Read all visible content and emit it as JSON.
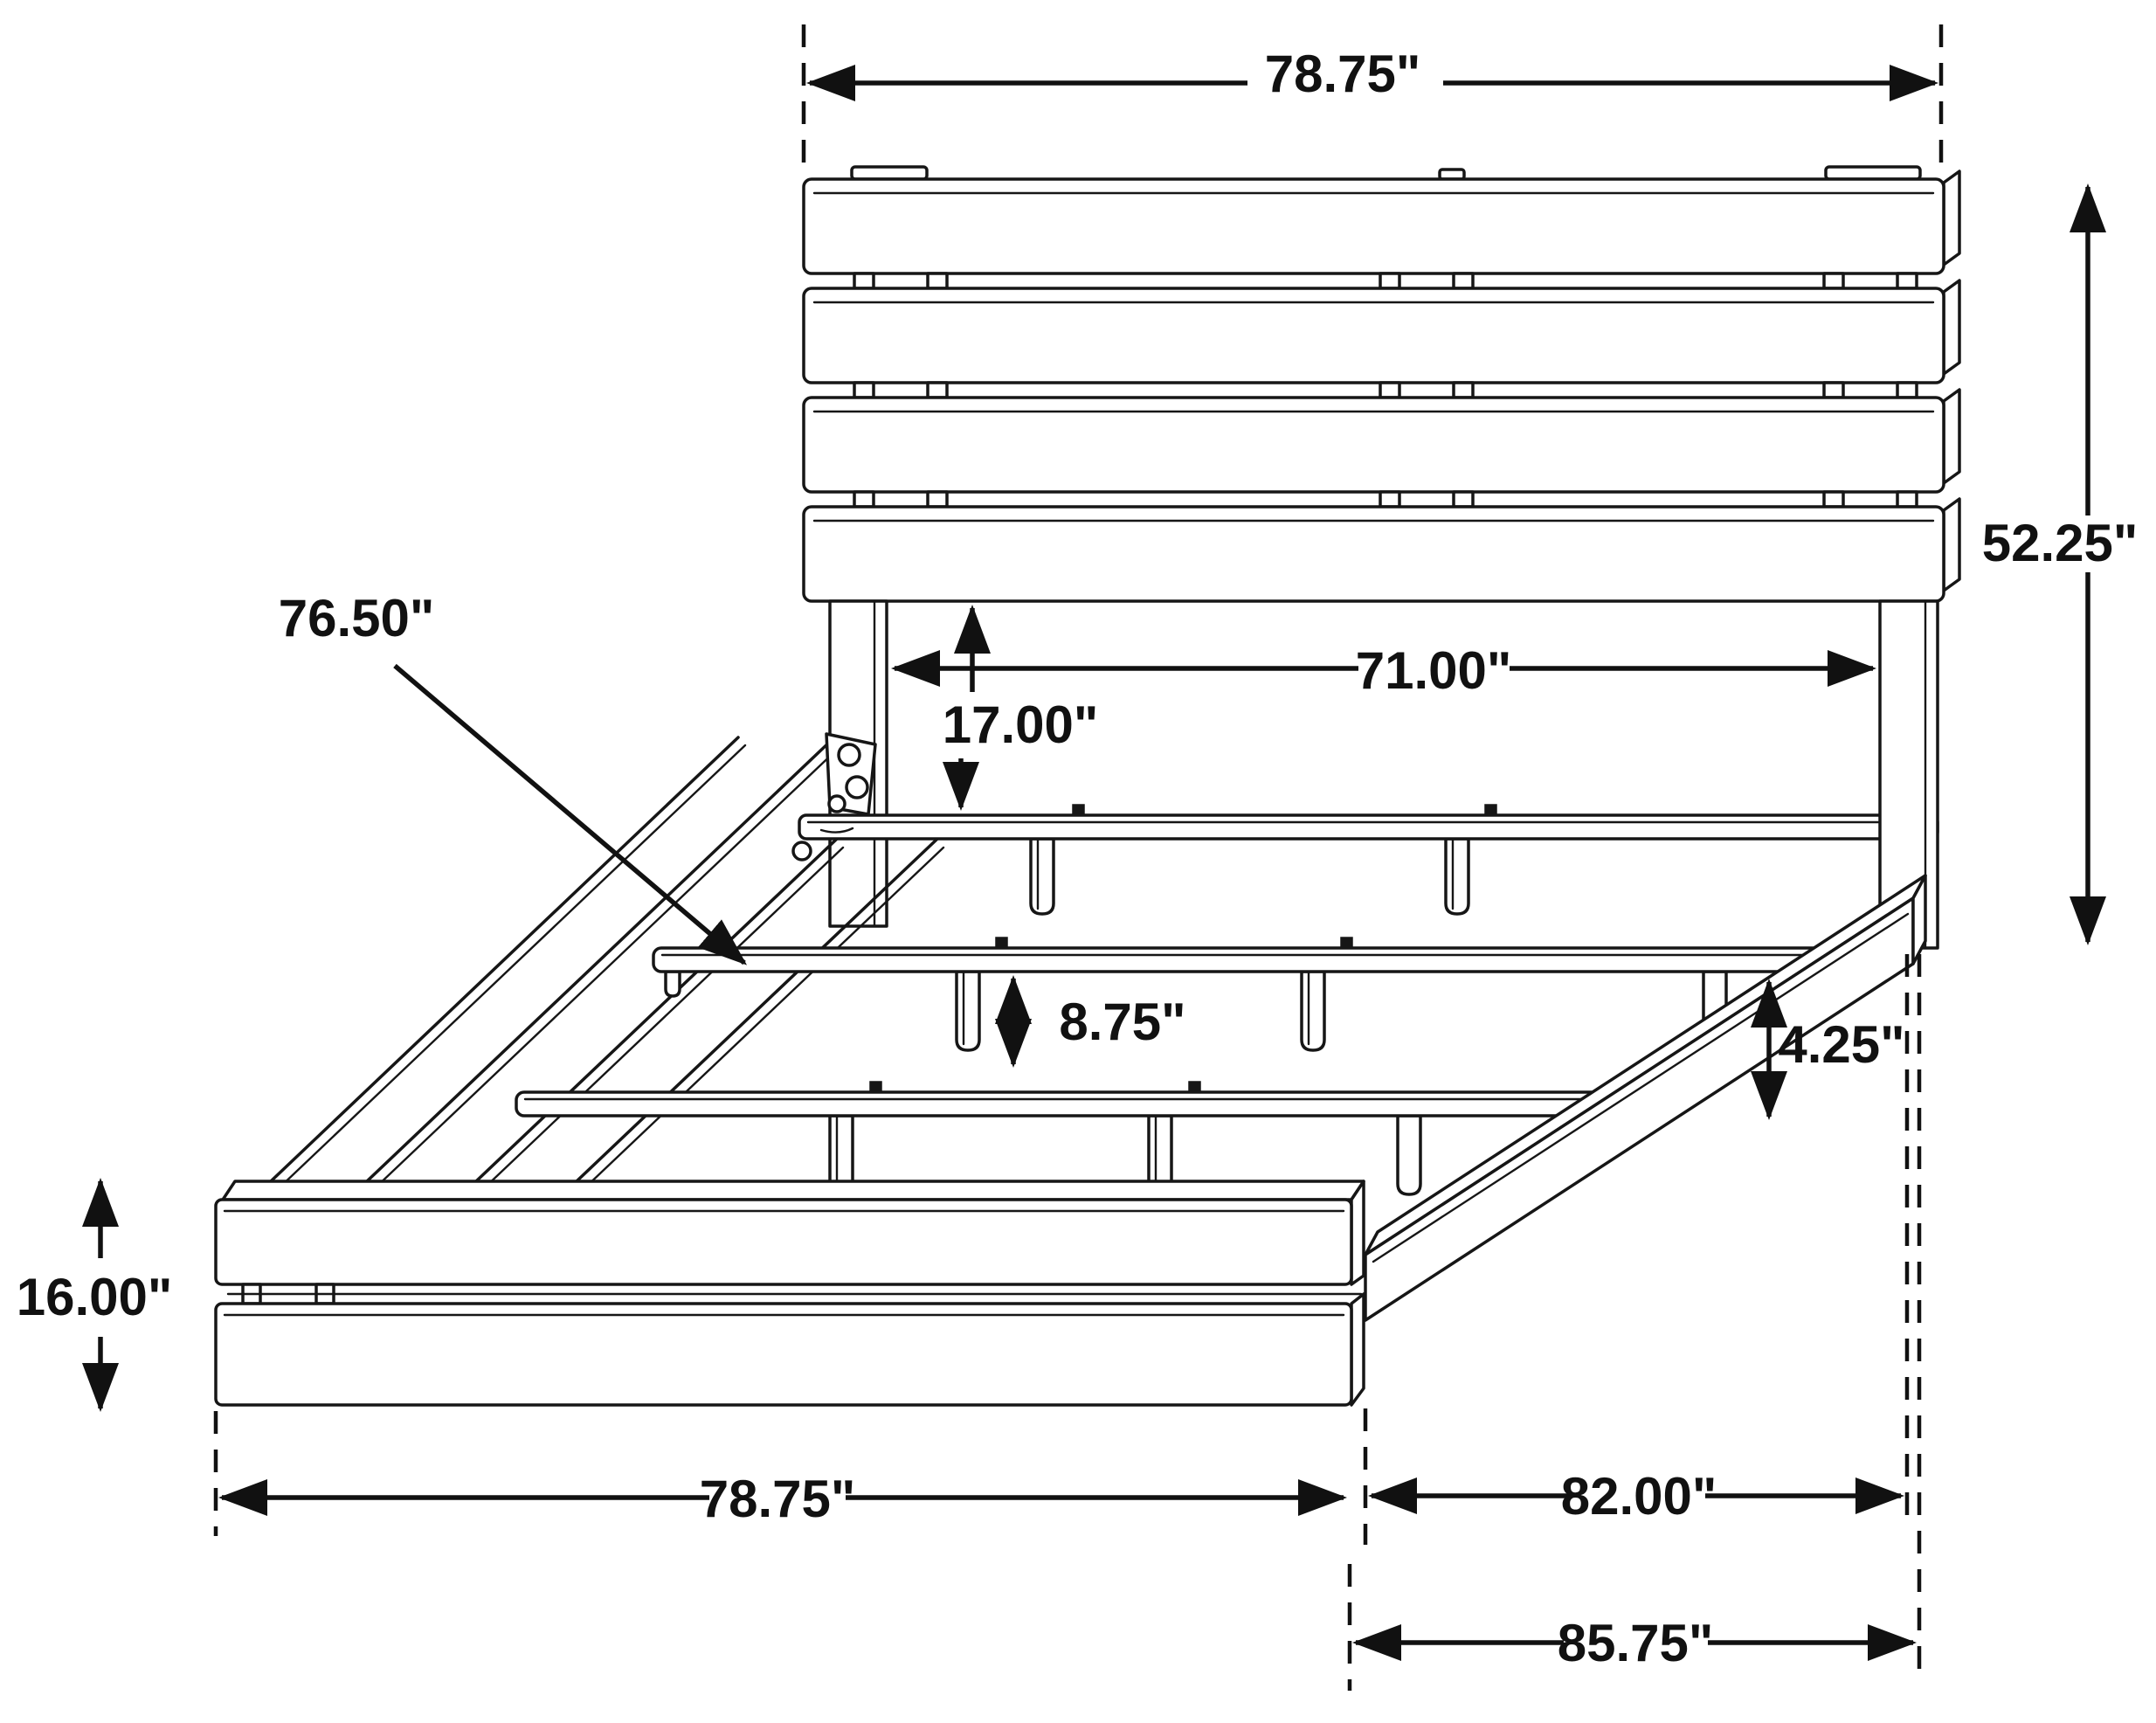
{
  "diagram": {
    "type": "furniture-dimension-drawing",
    "subject": "platform bed frame with plank headboard and footboard",
    "background_color": "#ffffff",
    "line_color": "#161616",
    "unit": "inches",
    "dimensions": {
      "headboard_width": "78.75\"",
      "headboard_height": "52.25\"",
      "inner_width": "71.00\"",
      "headboard_clearance": "17.00\"",
      "slat_rail_length": "76.50\"",
      "slat_leg_height": "8.75\"",
      "side_rail_height": "4.25\"",
      "footboard_height": "16.00\"",
      "footboard_width": "78.75\"",
      "side_rail_length": "82.00\"",
      "overall_length": "85.75\""
    }
  }
}
